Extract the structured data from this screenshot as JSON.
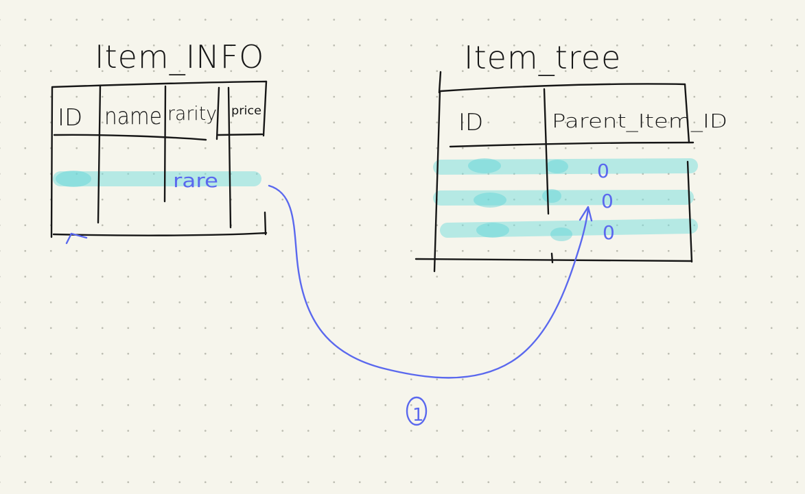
{
  "item_info": {
    "title": "Item_INFO",
    "columns": [
      "ID",
      "name",
      "rarity",
      "price"
    ],
    "row_values": {
      "rarity": "rare"
    }
  },
  "item_tree": {
    "title": "Item_tree",
    "columns": [
      "ID",
      "Parent_Item_ID"
    ],
    "parent_marks": [
      "0",
      "0",
      "0"
    ]
  },
  "relation": {
    "label": "1"
  },
  "colors": {
    "background": "#f6f5ec",
    "ink": "#161616",
    "highlighter": "#7fdede",
    "pen_blue": "#5a68ee"
  }
}
